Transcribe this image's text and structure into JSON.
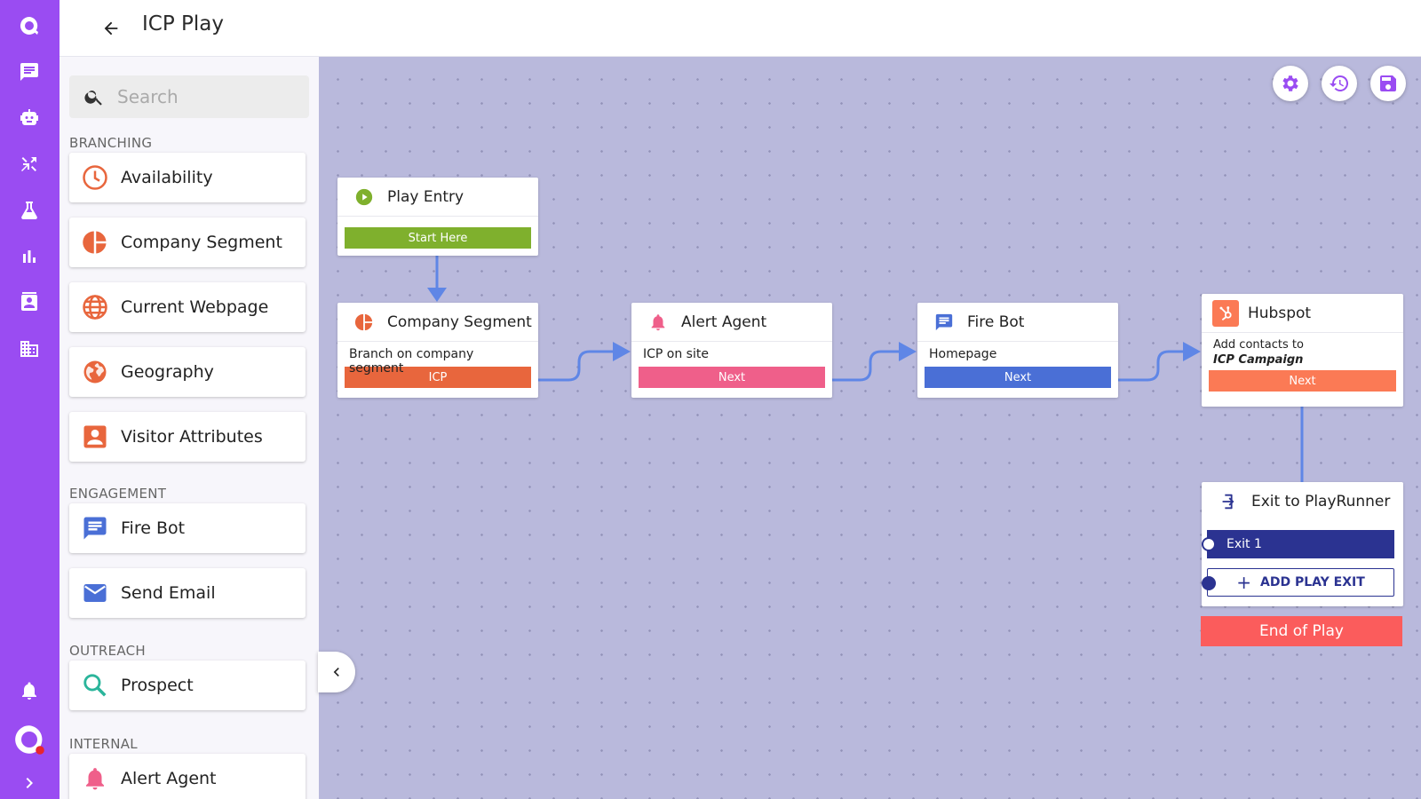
{
  "header": {
    "title": "ICP Play"
  },
  "search": {
    "placeholder": "Search"
  },
  "sidebar": {
    "sections": [
      {
        "label": "BRANCHING"
      },
      {
        "label": "ENGAGEMENT"
      },
      {
        "label": "OUTREACH"
      },
      {
        "label": "INTERNAL"
      }
    ],
    "tools": [
      {
        "label": "Availability",
        "icon": "clock-icon",
        "color": "#e8663d"
      },
      {
        "label": "Company Segment",
        "icon": "pie-chart-icon",
        "color": "#e8663d"
      },
      {
        "label": "Current Webpage",
        "icon": "globe-icon",
        "color": "#e8663d"
      },
      {
        "label": "Geography",
        "icon": "earth-icon",
        "color": "#e8663d"
      },
      {
        "label": "Visitor Attributes",
        "icon": "person-card-icon",
        "color": "#e8663d"
      },
      {
        "label": "Fire Bot",
        "icon": "chat-icon",
        "color": "#4a6fd6"
      },
      {
        "label": "Send Email",
        "icon": "email-icon",
        "color": "#4a6fd6"
      },
      {
        "label": "Prospect",
        "icon": "search-icon",
        "color": "#2bb59b"
      },
      {
        "label": "Alert Agent",
        "icon": "bell-icon",
        "color": "#ef5f8a"
      }
    ]
  },
  "nodes": {
    "play_entry": {
      "title": "Play Entry",
      "button": "Start Here",
      "color": "#7fb02d"
    },
    "company_segment": {
      "title": "Company Segment",
      "subtitle": "Branch on company segment",
      "button": "ICP",
      "color": "#e8663d"
    },
    "alert_agent": {
      "title": "Alert Agent",
      "subtitle": "ICP on site",
      "button": "Next",
      "color": "#ef5f8a"
    },
    "fire_bot": {
      "title": "Fire Bot",
      "subtitle": "Homepage",
      "button": "Next",
      "color": "#4a6fd6"
    },
    "hubspot": {
      "title": "Hubspot",
      "subtitle_prefix": "Add contacts to",
      "subtitle_campaign": "ICP Campaign",
      "button": "Next",
      "color": "#fb7a55"
    },
    "exit": {
      "title": "Exit to PlayRunner",
      "exit_label": "Exit 1",
      "add_label": "ADD PLAY EXIT",
      "end_label": "End of Play"
    }
  },
  "colors": {
    "rail": "#9a4cf2",
    "canvas": "#b9b9dc",
    "wire": "#5f86e6",
    "exit": "#2b3391",
    "end": "#fb5c5c"
  }
}
